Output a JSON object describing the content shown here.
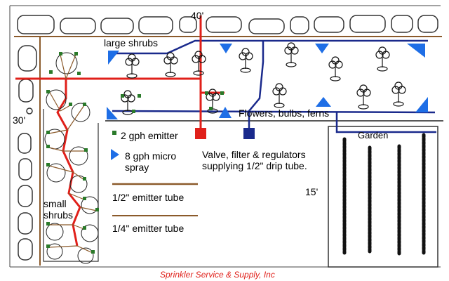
{
  "labels": {
    "top_dimension": "40'",
    "left_dimension": "30'",
    "garden_dimension": "15'",
    "large_shrubs": "large shrubs",
    "flowers": "Flowers, bulbs, ferns",
    "garden": "Garden",
    "small_shrubs": "small shrubs",
    "valve_note": "Valve, filter & regulators supplying 1/2\" drip tube.",
    "credit": "Sprinkler Service & Supply, Inc"
  },
  "legend": {
    "emitter_2gph": "2 gph emitter",
    "spray_8gph": "8 gph micro spray",
    "half_inch_tube": "1/2\" emitter tube",
    "quarter_inch_tube": "1/4\" emitter tube"
  },
  "colors": {
    "red_line": "#e0201a",
    "blue_line": "#1a2a8c",
    "spray_blue": "#1e6ee6",
    "emitter_green": "#2a7a2a",
    "brown": "#8b5a2b",
    "stone_outline": "#333333",
    "credit_red": "#e0201a"
  }
}
